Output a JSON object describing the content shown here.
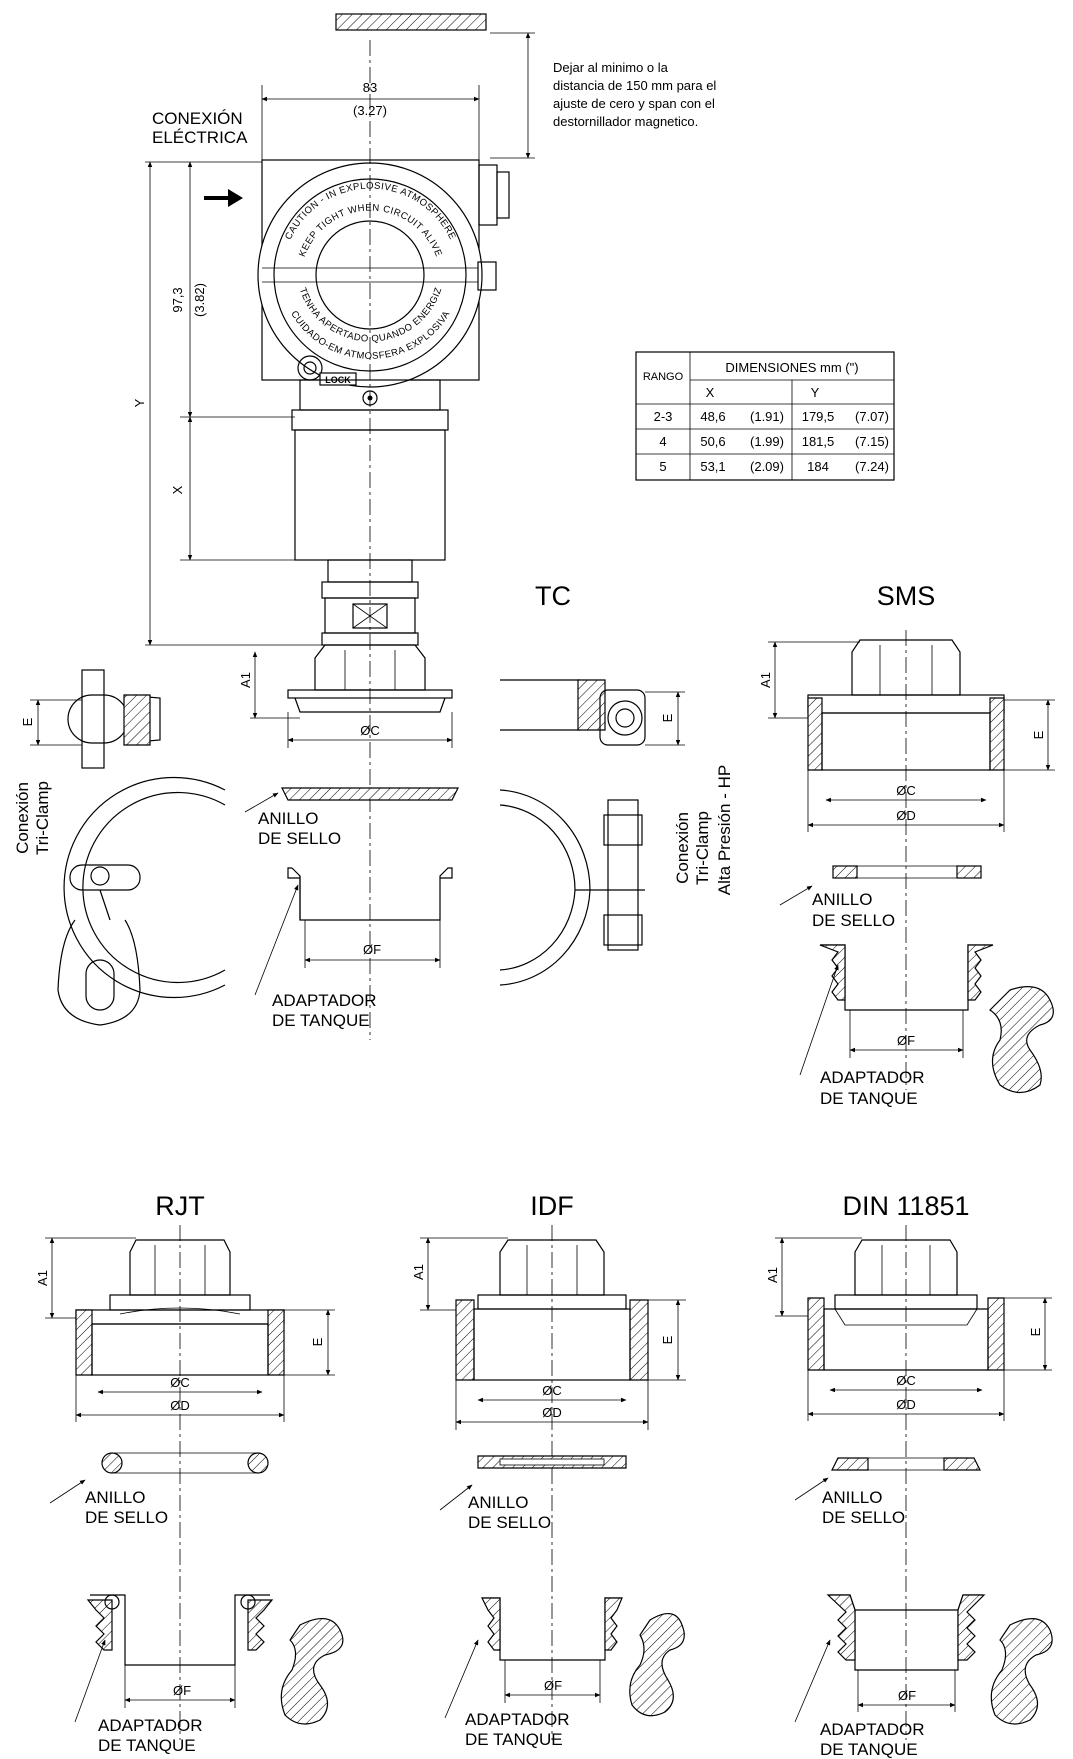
{
  "labels": {
    "min_distance_note": [
      "Dejar al minimo o la",
      "distancia de 150 mm para el",
      "ajuste de cero y span con el",
      "destornillador magnetico."
    ],
    "conexion_electrica": [
      "CONEXIÓN",
      "ELÉCTRICA"
    ],
    "dim_83": "83",
    "dim_83_in": "(3.27)",
    "dim_97": "97,3",
    "dim_97_in": "(3.82)",
    "dim_y": "Y",
    "dim_x": "X",
    "housing_top_text": [
      "CAUTION - IN EXPLOSIVE ATMOSPHERE",
      "KEEP TIGHT WHEN CIRCUIT ALIVE"
    ],
    "housing_bottom_text": [
      "CUIDADO-EM ATMOSFERA EXPLOSIVA",
      "MANTENHA APERTADO QUANDO ENERGIZADO"
    ],
    "lock": "LOCK",
    "a1": "A1",
    "e": "E",
    "oc": "ØC",
    "od": "ØD",
    "of": "ØF",
    "anillo": [
      "ANILLO",
      "DE SELLO"
    ],
    "adaptador": [
      "ADAPTADOR",
      "DE TANQUE"
    ],
    "conexion_triclamp": [
      "Conexión",
      "Tri-Clamp"
    ],
    "conexion_triclamp_hp": [
      "Conexión",
      "Tri-Clamp",
      "Alta Presión - HP"
    ]
  },
  "sections": {
    "tc": "TC",
    "sms": "SMS",
    "rjt": "RJT",
    "idf": "IDF",
    "din": "DIN 11851"
  },
  "table": {
    "rango_header": "RANGO",
    "dim_header": "DIMENSIONES mm (\")",
    "x_header": "X",
    "y_header": "Y",
    "rows": [
      {
        "rango": "2-3",
        "x_mm": "48,6",
        "x_in": "(1.91)",
        "y_mm": "179,5",
        "y_in": "(7.07)"
      },
      {
        "rango": "4",
        "x_mm": "50,6",
        "x_in": "(1.99)",
        "y_mm": "181,5",
        "y_in": "(7.15)"
      },
      {
        "rango": "5",
        "x_mm": "53,1",
        "x_in": "(2.09)",
        "y_mm": "184",
        "y_in": "(7.24)"
      }
    ]
  }
}
